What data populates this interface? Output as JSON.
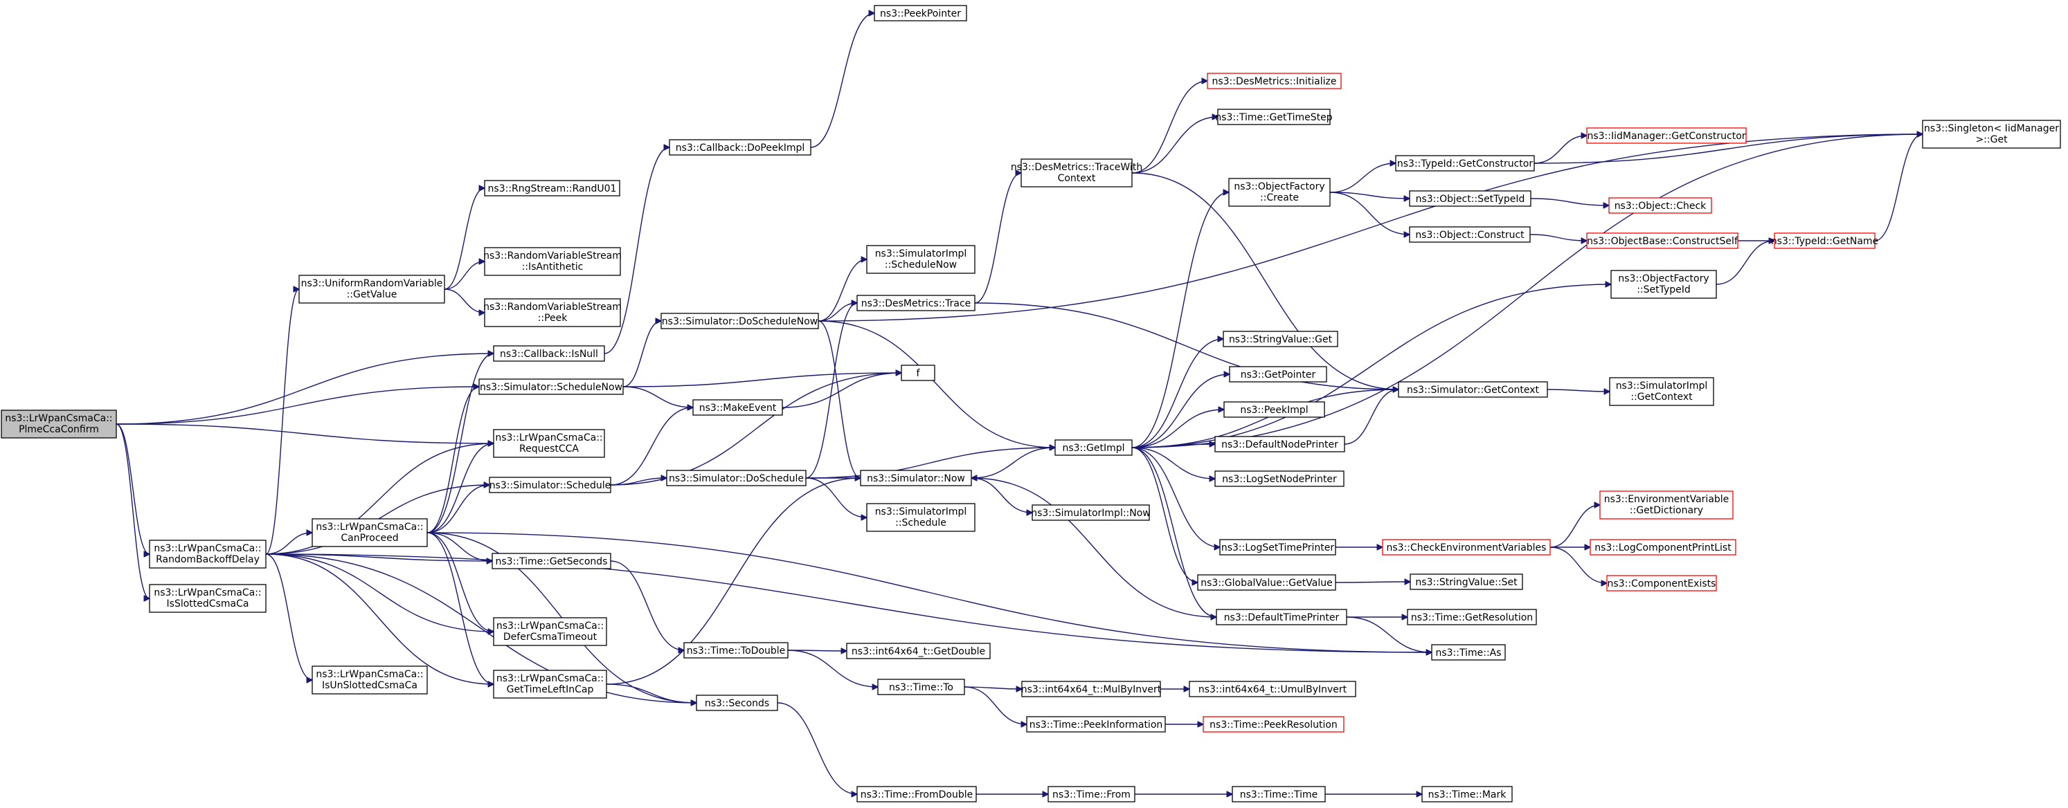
{
  "diagram": {
    "nodes": [
      {
        "id": "plme",
        "lines": [
          "ns3::LrWpanCsmaCa::",
          "PlmeCcaConfirm"
        ],
        "style": "root"
      },
      {
        "id": "rbd",
        "lines": [
          "ns3::LrWpanCsmaCa::",
          "RandomBackoffDelay"
        ],
        "style": "normal"
      },
      {
        "id": "isslot",
        "lines": [
          "ns3::LrWpanCsmaCa::",
          "IsSlottedCsmaCa"
        ],
        "style": "normal"
      },
      {
        "id": "urvget",
        "lines": [
          "ns3::UniformRandomVariable",
          "::GetValue"
        ],
        "style": "normal"
      },
      {
        "id": "cbisnull",
        "lines": [
          "ns3::Callback::IsNull"
        ],
        "style": "normal"
      },
      {
        "id": "simschednow",
        "lines": [
          "ns3::Simulator::ScheduleNow"
        ],
        "style": "normal"
      },
      {
        "id": "reqcca",
        "lines": [
          "ns3::LrWpanCsmaCa::",
          "RequestCCA"
        ],
        "style": "normal"
      },
      {
        "id": "simsched",
        "lines": [
          "ns3::Simulator::Schedule"
        ],
        "style": "normal"
      },
      {
        "id": "canproc",
        "lines": [
          "ns3::LrWpanCsmaCa::",
          "CanProceed"
        ],
        "style": "normal"
      },
      {
        "id": "timegetsec",
        "lines": [
          "ns3::Time::GetSeconds"
        ],
        "style": "normal"
      },
      {
        "id": "defer",
        "lines": [
          "ns3::LrWpanCsmaCa::",
          "DeferCsmaTimeout"
        ],
        "style": "normal"
      },
      {
        "id": "isunslot",
        "lines": [
          "ns3::LrWpanCsmaCa::",
          "IsUnSlottedCsmaCa"
        ],
        "style": "normal"
      },
      {
        "id": "gettimeleft",
        "lines": [
          "ns3::LrWpanCsmaCa::",
          "GetTimeLeftInCap"
        ],
        "style": "normal"
      },
      {
        "id": "rngrandu",
        "lines": [
          "ns3::RngStream::RandU01"
        ],
        "style": "normal"
      },
      {
        "id": "rvsanti",
        "lines": [
          "ns3::RandomVariableStream",
          "::IsAntithetic"
        ],
        "style": "normal"
      },
      {
        "id": "rvspeek",
        "lines": [
          "ns3::RandomVariableStream",
          "::Peek"
        ],
        "style": "normal"
      },
      {
        "id": "peekptr",
        "lines": [
          "ns3::PeekPointer"
        ],
        "style": "normal"
      },
      {
        "id": "cbdopeek",
        "lines": [
          "ns3::Callback::DoPeekImpl"
        ],
        "style": "normal"
      },
      {
        "id": "simdoschednow",
        "lines": [
          "ns3::Simulator::DoScheduleNow"
        ],
        "style": "normal"
      },
      {
        "id": "makeevent",
        "lines": [
          "ns3::MakeEvent"
        ],
        "style": "normal"
      },
      {
        "id": "f",
        "lines": [
          "f"
        ],
        "style": "normal"
      },
      {
        "id": "simdosched",
        "lines": [
          "ns3::Simulator::DoSchedule"
        ],
        "style": "normal"
      },
      {
        "id": "timetodouble",
        "lines": [
          "ns3::Time::ToDouble"
        ],
        "style": "normal"
      },
      {
        "id": "seconds",
        "lines": [
          "ns3::Seconds"
        ],
        "style": "normal"
      },
      {
        "id": "simimplschednow",
        "lines": [
          "ns3::SimulatorImpl",
          "::ScheduleNow"
        ],
        "style": "normal"
      },
      {
        "id": "desmtrace",
        "lines": [
          "ns3::DesMetrics::Trace"
        ],
        "style": "normal"
      },
      {
        "id": "simnow",
        "lines": [
          "ns3::Simulator::Now"
        ],
        "style": "normal"
      },
      {
        "id": "simimplsched",
        "lines": [
          "ns3::SimulatorImpl",
          "::Schedule"
        ],
        "style": "normal"
      },
      {
        "id": "i64getdouble",
        "lines": [
          "ns3::int64x64_t::GetDouble"
        ],
        "style": "normal"
      },
      {
        "id": "timeto",
        "lines": [
          "ns3::Time::To"
        ],
        "style": "normal"
      },
      {
        "id": "timefromdouble",
        "lines": [
          "ns3::Time::FromDouble"
        ],
        "style": "normal"
      },
      {
        "id": "desmtracectx",
        "lines": [
          "ns3::DesMetrics::TraceWith",
          "Context"
        ],
        "style": "normal"
      },
      {
        "id": "desminit",
        "lines": [
          "ns3::DesMetrics::Initialize"
        ],
        "style": "truncated"
      },
      {
        "id": "timegetstep",
        "lines": [
          "ns3::Time::GetTimeStep"
        ],
        "style": "normal"
      },
      {
        "id": "getimpl",
        "lines": [
          "ns3::GetImpl"
        ],
        "style": "normal"
      },
      {
        "id": "simimplnow",
        "lines": [
          "ns3::SimulatorImpl::Now"
        ],
        "style": "normal"
      },
      {
        "id": "i64mulbyinv",
        "lines": [
          "ns3::int64x64_t::MulByInvert"
        ],
        "style": "normal"
      },
      {
        "id": "timepeekinfo",
        "lines": [
          "ns3::Time::PeekInformation"
        ],
        "style": "normal"
      },
      {
        "id": "timefrom",
        "lines": [
          "ns3::Time::From"
        ],
        "style": "normal"
      },
      {
        "id": "objfactcreate",
        "lines": [
          "ns3::ObjectFactory",
          "::Create"
        ],
        "style": "normal"
      },
      {
        "id": "strvalget",
        "lines": [
          "ns3::StringValue::Get"
        ],
        "style": "normal"
      },
      {
        "id": "getpointer",
        "lines": [
          "ns3::GetPointer"
        ],
        "style": "normal"
      },
      {
        "id": "peekimpl",
        "lines": [
          "ns3::PeekImpl"
        ],
        "style": "normal"
      },
      {
        "id": "defnodeprinter",
        "lines": [
          "ns3::DefaultNodePrinter"
        ],
        "style": "normal"
      },
      {
        "id": "logsetnode",
        "lines": [
          "ns3::LogSetNodePrinter"
        ],
        "style": "normal"
      },
      {
        "id": "logsettime",
        "lines": [
          "ns3::LogSetTimePrinter"
        ],
        "style": "normal"
      },
      {
        "id": "globalvalget",
        "lines": [
          "ns3::GlobalValue::GetValue"
        ],
        "style": "normal"
      },
      {
        "id": "deftimeprinter",
        "lines": [
          "ns3::DefaultTimePrinter"
        ],
        "style": "normal"
      },
      {
        "id": "i64umulbyinv",
        "lines": [
          "ns3::int64x64_t::UmulByInvert"
        ],
        "style": "normal"
      },
      {
        "id": "timepeekres",
        "lines": [
          "ns3::Time::PeekResolution"
        ],
        "style": "truncated"
      },
      {
        "id": "timetime",
        "lines": [
          "ns3::Time::Time"
        ],
        "style": "normal"
      },
      {
        "id": "typeidgetctor",
        "lines": [
          "ns3::TypeId::GetConstructor"
        ],
        "style": "normal"
      },
      {
        "id": "objsettypeid",
        "lines": [
          "ns3::Object::SetTypeId"
        ],
        "style": "normal"
      },
      {
        "id": "objconstruct",
        "lines": [
          "ns3::Object::Construct"
        ],
        "style": "normal"
      },
      {
        "id": "objfactsettypeid",
        "lines": [
          "ns3::ObjectFactory",
          "::SetTypeId"
        ],
        "style": "normal"
      },
      {
        "id": "simgetctx",
        "lines": [
          "ns3::Simulator::GetContext"
        ],
        "style": "normal"
      },
      {
        "id": "checkenv",
        "lines": [
          "ns3::CheckEnvironmentVariables"
        ],
        "style": "truncated"
      },
      {
        "id": "strvalset",
        "lines": [
          "ns3::StringValue::Set"
        ],
        "style": "normal"
      },
      {
        "id": "timegetres",
        "lines": [
          "ns3::Time::GetResolution"
        ],
        "style": "normal"
      },
      {
        "id": "timeas",
        "lines": [
          "ns3::Time::As"
        ],
        "style": "normal"
      },
      {
        "id": "timemark",
        "lines": [
          "ns3::Time::Mark"
        ],
        "style": "normal"
      },
      {
        "id": "iidmgrgetctor",
        "lines": [
          "ns3::IidManager::GetConstructor"
        ],
        "style": "truncated"
      },
      {
        "id": "objcheck",
        "lines": [
          "ns3::Object::Check"
        ],
        "style": "truncated"
      },
      {
        "id": "objbaseconstructself",
        "lines": [
          "ns3::ObjectBase::ConstructSelf"
        ],
        "style": "truncated"
      },
      {
        "id": "typeidgetname",
        "lines": [
          "ns3::TypeId::GetName"
        ],
        "style": "truncated"
      },
      {
        "id": "simimplgetctx",
        "lines": [
          "ns3::SimulatorImpl",
          "::GetContext"
        ],
        "style": "normal"
      },
      {
        "id": "envgetdict",
        "lines": [
          "ns3::EnvironmentVariable",
          "::GetDictionary"
        ],
        "style": "truncated"
      },
      {
        "id": "logcompprint",
        "lines": [
          "ns3::LogComponentPrintList"
        ],
        "style": "truncated"
      },
      {
        "id": "compexists",
        "lines": [
          "ns3::ComponentExists"
        ],
        "style": "truncated"
      },
      {
        "id": "singletonget",
        "lines": [
          "ns3::Singleton< IidManager",
          ">::Get"
        ],
        "style": "normal"
      }
    ],
    "edges": [
      [
        "plme",
        "cbisnull"
      ],
      [
        "plme",
        "simschednow"
      ],
      [
        "plme",
        "reqcca"
      ],
      [
        "plme",
        "rbd"
      ],
      [
        "plme",
        "isslot"
      ],
      [
        "rbd",
        "urvget"
      ],
      [
        "rbd",
        "reqcca"
      ],
      [
        "rbd",
        "simsched"
      ],
      [
        "rbd",
        "canproc"
      ],
      [
        "rbd",
        "timegetsec"
      ],
      [
        "rbd",
        "defer"
      ],
      [
        "rbd",
        "isunslot"
      ],
      [
        "rbd",
        "gettimeleft"
      ],
      [
        "rbd",
        "seconds"
      ],
      [
        "rbd",
        "timeas"
      ],
      [
        "urvget",
        "rngrandu"
      ],
      [
        "urvget",
        "rvsanti"
      ],
      [
        "urvget",
        "rvspeek"
      ],
      [
        "cbisnull",
        "cbdopeek"
      ],
      [
        "cbdopeek",
        "peekptr"
      ],
      [
        "simschednow",
        "simdoschednow"
      ],
      [
        "simschednow",
        "makeevent"
      ],
      [
        "simschednow",
        "f"
      ],
      [
        "simsched",
        "makeevent"
      ],
      [
        "simsched",
        "f"
      ],
      [
        "simsched",
        "simdosched"
      ],
      [
        "canproc",
        "cbisnull"
      ],
      [
        "canproc",
        "simschednow"
      ],
      [
        "canproc",
        "reqcca"
      ],
      [
        "canproc",
        "simsched"
      ],
      [
        "canproc",
        "timegetsec"
      ],
      [
        "canproc",
        "defer"
      ],
      [
        "canproc",
        "gettimeleft"
      ],
      [
        "canproc",
        "seconds"
      ],
      [
        "canproc",
        "timeas"
      ],
      [
        "timegetsec",
        "timetodouble"
      ],
      [
        "gettimeleft",
        "simnow"
      ],
      [
        "gettimeleft",
        "seconds"
      ],
      [
        "makeevent",
        "f"
      ],
      [
        "simdoschednow",
        "simimplschednow"
      ],
      [
        "simdoschednow",
        "desmtrace"
      ],
      [
        "simdoschednow",
        "getimpl"
      ],
      [
        "simdoschednow",
        "simnow"
      ],
      [
        "simdoschednow",
        "singletonget"
      ],
      [
        "simdosched",
        "desmtrace"
      ],
      [
        "simdosched",
        "getimpl"
      ],
      [
        "simdosched",
        "simnow"
      ],
      [
        "simdosched",
        "simimplsched"
      ],
      [
        "timetodouble",
        "i64getdouble"
      ],
      [
        "timetodouble",
        "timeto"
      ],
      [
        "seconds",
        "timefromdouble"
      ],
      [
        "desmtrace",
        "desmtracectx"
      ],
      [
        "desmtrace",
        "simgetctx"
      ],
      [
        "desmtracectx",
        "desminit"
      ],
      [
        "desmtracectx",
        "timegetstep"
      ],
      [
        "desmtracectx",
        "simgetctx"
      ],
      [
        "simnow",
        "getimpl"
      ],
      [
        "simnow",
        "simimplnow"
      ],
      [
        "timeto",
        "i64mulbyinv"
      ],
      [
        "timeto",
        "timepeekinfo"
      ],
      [
        "i64mulbyinv",
        "i64umulbyinv"
      ],
      [
        "timepeekinfo",
        "timepeekres"
      ],
      [
        "timefromdouble",
        "timefrom"
      ],
      [
        "timefrom",
        "timetime"
      ],
      [
        "timetime",
        "timemark"
      ],
      [
        "getimpl",
        "objfactcreate"
      ],
      [
        "getimpl",
        "strvalget"
      ],
      [
        "getimpl",
        "getpointer"
      ],
      [
        "getimpl",
        "peekimpl"
      ],
      [
        "getimpl",
        "defnodeprinter"
      ],
      [
        "getimpl",
        "logsetnode"
      ],
      [
        "getimpl",
        "logsettime"
      ],
      [
        "getimpl",
        "globalvalget"
      ],
      [
        "getimpl",
        "deftimeprinter"
      ],
      [
        "getimpl",
        "objfactsettypeid"
      ],
      [
        "getimpl",
        "simgetctx"
      ],
      [
        "getimpl",
        "singletonget"
      ],
      [
        "objfactcreate",
        "typeidgetctor"
      ],
      [
        "objfactcreate",
        "objsettypeid"
      ],
      [
        "objfactcreate",
        "objconstruct"
      ],
      [
        "typeidgetctor",
        "iidmgrgetctor"
      ],
      [
        "typeidgetctor",
        "singletonget"
      ],
      [
        "objsettypeid",
        "objcheck"
      ],
      [
        "objconstruct",
        "objbaseconstructself"
      ],
      [
        "objbaseconstructself",
        "typeidgetname"
      ],
      [
        "objfactsettypeid",
        "typeidgetname"
      ],
      [
        "typeidgetname",
        "singletonget"
      ],
      [
        "defnodeprinter",
        "simgetctx"
      ],
      [
        "simgetctx",
        "simimplgetctx"
      ],
      [
        "logsettime",
        "checkenv"
      ],
      [
        "checkenv",
        "envgetdict"
      ],
      [
        "checkenv",
        "logcompprint"
      ],
      [
        "checkenv",
        "compexists"
      ],
      [
        "globalvalget",
        "strvalset"
      ],
      [
        "deftimeprinter",
        "timegetres"
      ],
      [
        "deftimeprinter",
        "timeas"
      ],
      [
        "deftimeprinter",
        "simnow"
      ]
    ]
  }
}
